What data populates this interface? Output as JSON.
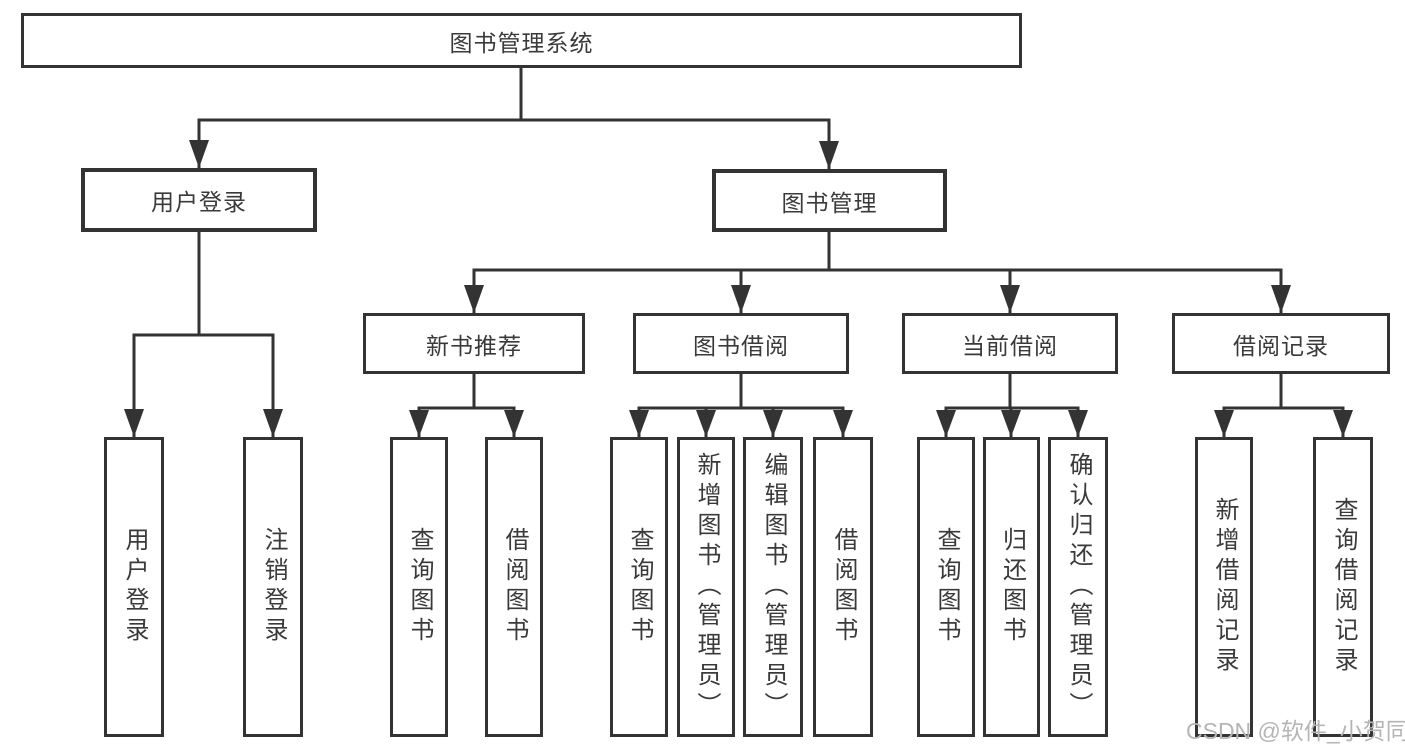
{
  "diagram": {
    "root": {
      "label": "图书管理系统"
    },
    "level2": {
      "user_login": {
        "label": "用户登录"
      },
      "book_management": {
        "label": "图书管理"
      }
    },
    "level3": {
      "new_book_recommend": {
        "label": "新书推荐"
      },
      "book_borrowing": {
        "label": "图书借阅"
      },
      "current_borrowing": {
        "label": "当前借阅"
      },
      "borrowing_records": {
        "label": "借阅记录"
      }
    },
    "leaves": [
      "用户登录",
      "注销登录",
      "查询图书",
      "借阅图书",
      "查询图书",
      "新增图书（管理员）",
      "编辑图书（管理员）",
      "借阅图书",
      "查询图书",
      "归还图书",
      "确认归还（管理员）",
      "新增借阅记录",
      "查询借阅记录"
    ]
  },
  "watermark": {
    "text": "CSDN @软件_小贺同学"
  },
  "colors": {
    "line": "#333333",
    "border": "#333333",
    "text": "#3a3a3a",
    "watermark": "#b5b5b5",
    "background": "#ffffff"
  }
}
